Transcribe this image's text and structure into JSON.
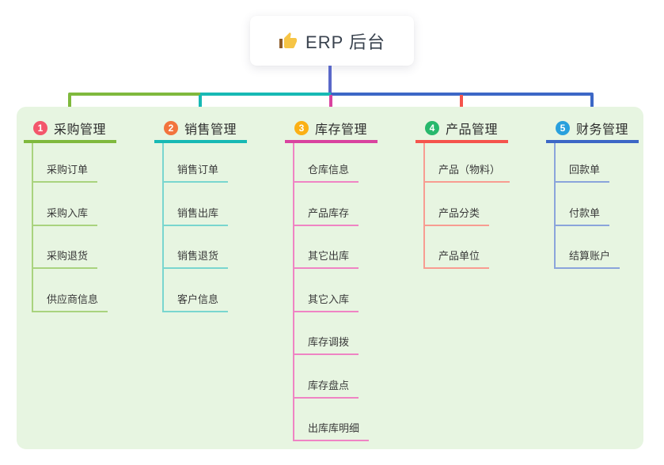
{
  "root_node": {
    "icon": "thumbs-up",
    "label": "ERP 后台"
  },
  "connector_colors": {
    "root_line": "#5a68c9"
  },
  "panel": {
    "background": "#e7f5e1"
  },
  "branches": [
    {
      "badge": "1",
      "title": "采购管理",
      "colors": {
        "badge": "#f3566b",
        "line": "#7fb93d",
        "child": "#a9d37e"
      },
      "children": [
        "采购订单",
        "采购入库",
        "采购退货",
        "供应商信息"
      ]
    },
    {
      "badge": "2",
      "title": "销售管理",
      "colors": {
        "badge": "#f2743d",
        "line": "#17b9b4",
        "child": "#79d6cf"
      },
      "children": [
        "销售订单",
        "销售出库",
        "销售退货",
        "客户信息"
      ]
    },
    {
      "badge": "3",
      "title": "库存管理",
      "colors": {
        "badge": "#fbb015",
        "line": "#d9439f",
        "child": "#ef84c4"
      },
      "children": [
        "仓库信息",
        "产品库存",
        "其它出库",
        "其它入库",
        "库存调拨",
        "库存盘点",
        "出库库明细"
      ]
    },
    {
      "badge": "4",
      "title": "产品管理",
      "colors": {
        "badge": "#27b86c",
        "line": "#f5544c",
        "child": "#f89c91"
      },
      "children": [
        "产品（物料）",
        "产品分类",
        "产品单位"
      ]
    },
    {
      "badge": "5",
      "title": "财务管理",
      "colors": {
        "badge": "#29a0dd",
        "line": "#3c67c6",
        "child": "#8aa4db"
      },
      "children": [
        "回款单",
        "付款单",
        "结算账户"
      ]
    }
  ]
}
